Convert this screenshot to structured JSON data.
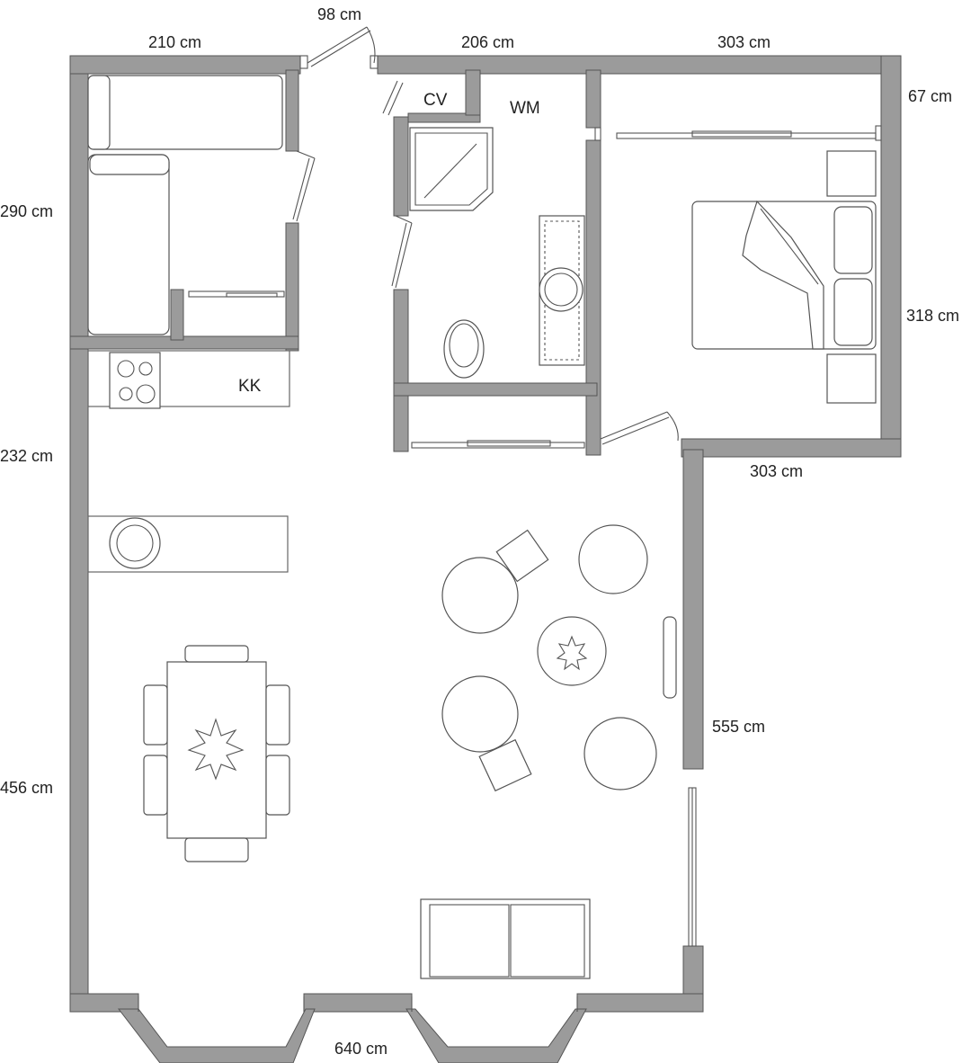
{
  "dimensions": {
    "top_left": "210 cm",
    "top_door": "98 cm",
    "top_middle": "206 cm",
    "top_right": "303 cm",
    "right_top": "67 cm",
    "left_upper": "290 cm",
    "right_middle": "318 cm",
    "left_middle": "232 cm",
    "step_horizontal": "303 cm",
    "right_lower": "555 cm",
    "left_lower": "456 cm",
    "bottom": "640 cm"
  },
  "rooms": {
    "cv": "CV",
    "wm": "WM",
    "kk": "KK"
  }
}
